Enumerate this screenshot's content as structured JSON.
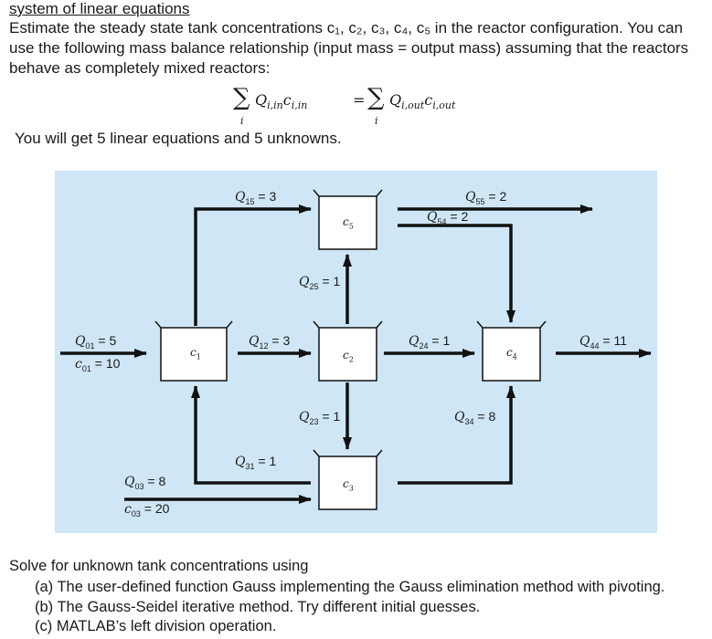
{
  "heading": "system of linear equations",
  "intro": "Estimate the steady state tank concentrations c₁, c₂, c₃, c₄, c₅ in the reactor configuration. You can use the following mass balance relationship (input mass = output mass) assuming that the reactors behave as completely mixed reactors:",
  "formula": {
    "sum_symbol": "∑",
    "index": "i",
    "lhs_Q": "Q",
    "lhs_Q_sub": "i,in",
    "lhs_c": "c",
    "lhs_c_sub": "i,in",
    "equals": "=",
    "rhs_Q": "Q",
    "rhs_Q_sub": "i,out",
    "rhs_c": "c",
    "rhs_c_sub": "i,out"
  },
  "unknowns_text": "You will get 5 linear equations and 5 unknowns.",
  "diagram": {
    "tanks": [
      {
        "label": "c",
        "sub": "1"
      },
      {
        "label": "c",
        "sub": "2"
      },
      {
        "label": "c",
        "sub": "3"
      },
      {
        "label": "c",
        "sub": "4"
      },
      {
        "label": "c",
        "sub": "5"
      }
    ],
    "flows": {
      "Q01": {
        "sym": "Q",
        "sub": "01",
        "value": "= 5"
      },
      "c01": {
        "sym": "c",
        "sub": "01",
        "value": "= 10"
      },
      "Q15": {
        "sym": "Q",
        "sub": "15",
        "value": "= 3"
      },
      "Q55": {
        "sym": "Q",
        "sub": "55",
        "value": "= 2"
      },
      "Q54": {
        "sym": "Q",
        "sub": "54",
        "value": "= 2"
      },
      "Q25": {
        "sym": "Q",
        "sub": "25",
        "value": "= 1"
      },
      "Q12": {
        "sym": "Q",
        "sub": "12",
        "value": "= 3"
      },
      "Q24": {
        "sym": "Q",
        "sub": "24",
        "value": "= 1"
      },
      "Q44": {
        "sym": "Q",
        "sub": "44",
        "value": "= 11"
      },
      "Q23": {
        "sym": "Q",
        "sub": "23",
        "value": "= 1"
      },
      "Q34": {
        "sym": "Q",
        "sub": "34",
        "value": "= 8"
      },
      "Q31": {
        "sym": "Q",
        "sub": "31",
        "value": "= 1"
      },
      "Q03": {
        "sym": "Q",
        "sub": "03",
        "value": "= 8"
      },
      "c03": {
        "sym": "c",
        "sub": "03",
        "value": "= 20"
      }
    }
  },
  "solve_text": "Solve for unknown tank concentrations using",
  "options": [
    "(a) The user-defined function Gauss implementing the Gauss elimination method with pivoting.",
    "(b) The Gauss-Seidel iterative method. Try different initial guesses.",
    "(c) MATLAB’s left division operation."
  ],
  "colors": {
    "diagram_bg": "#cfe6f6",
    "line": "#111111",
    "tank_fill": "#ffffff"
  }
}
